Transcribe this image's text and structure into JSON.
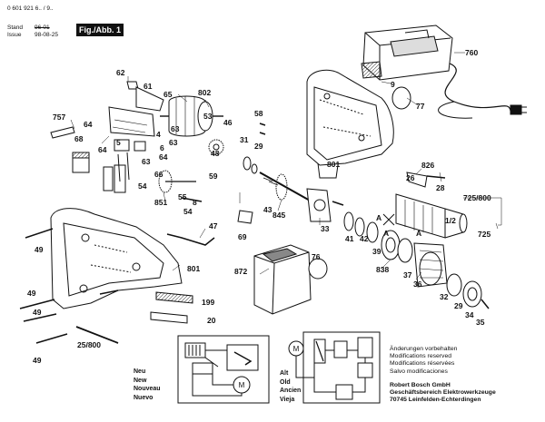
{
  "header": {
    "doc_number": "0 601 921 6.. / 9..",
    "stand_label": "Stand",
    "issue_label": "Issue",
    "stand_date": "96-01",
    "issue_date": "98-08-25",
    "figure_label": "Fig./Abb. 1"
  },
  "part_numbers": [
    "760",
    "9",
    "77",
    "62",
    "61",
    "65",
    "802",
    "53",
    "46",
    "58",
    "757",
    "64",
    "63",
    "4",
    "68",
    "31",
    "29",
    "63",
    "64",
    "6",
    "5",
    "48",
    "64",
    "63",
    "826",
    "66",
    "54",
    "59",
    "26",
    "28",
    "55",
    "725/800",
    "8",
    "43",
    "54",
    "851",
    "47",
    "845",
    "33",
    "A",
    "69",
    "1/2",
    "725",
    "49",
    "41",
    "42",
    "39",
    "A",
    "A",
    "801",
    "872",
    "76",
    "838",
    "37",
    "36",
    "32",
    "49",
    "199",
    "29",
    "34",
    "35",
    "20",
    "25/800",
    "49",
    "49",
    "801"
  ],
  "switch_labels": [
    "M",
    "M"
  ],
  "legend_new": [
    "Neu",
    "New",
    "Nouveau",
    "Nuevo"
  ],
  "legend_old": [
    "Alt",
    "Old",
    "Ancien",
    "Vieja"
  ],
  "notes": [
    "Änderungen vorbehalten",
    "Modifications reserved",
    "Modifications réservées",
    "Salvo modificaciones"
  ],
  "manufacturer": [
    "Robert Bosch GmbH",
    "Geschäftsbereich Elektrowerkzeuge",
    "70745 Leinfelden-Echterdingen"
  ]
}
